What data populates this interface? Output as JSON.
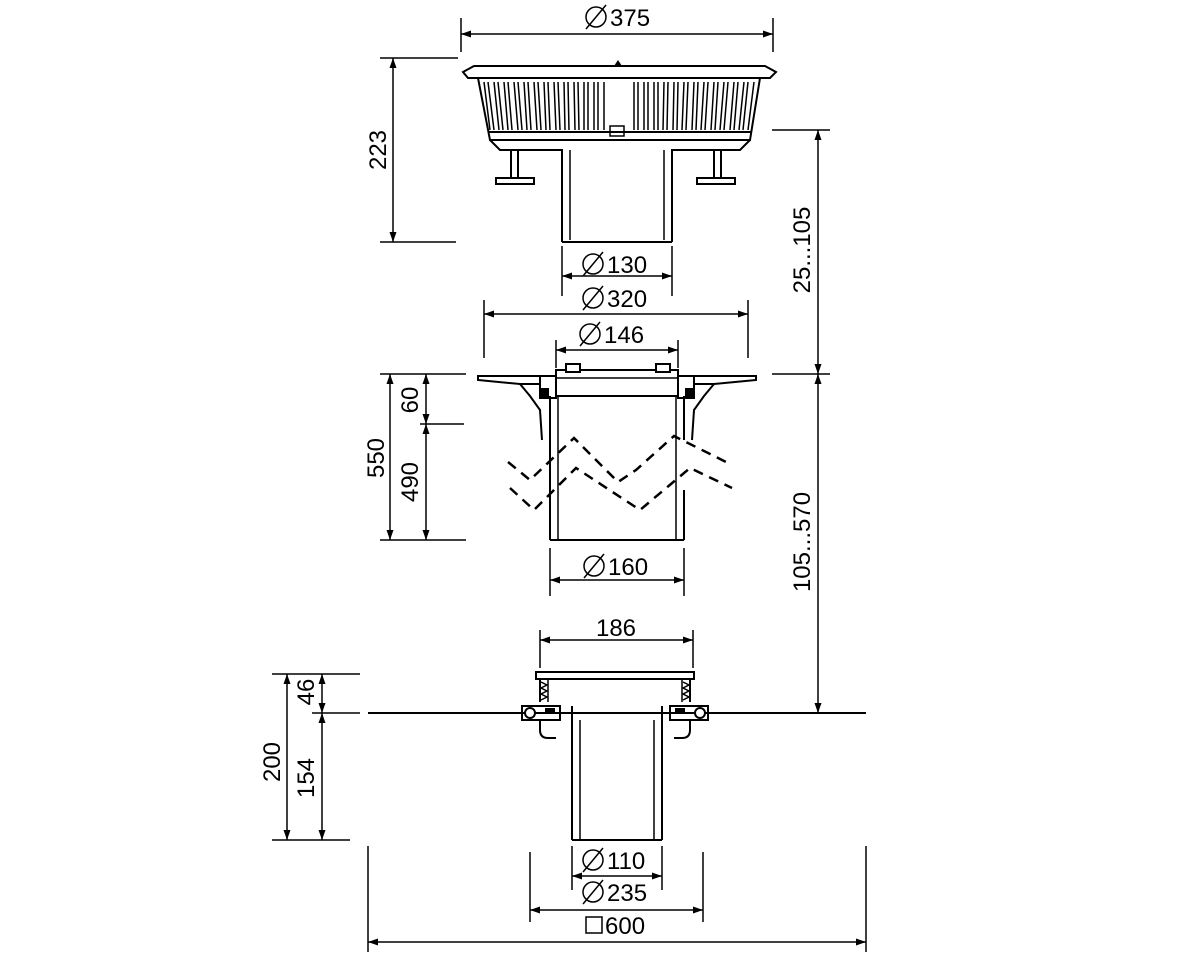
{
  "diagram": {
    "grate": {
      "diameter_label": "375",
      "height_label": "223",
      "outlet_diameter_label": "130"
    },
    "extension": {
      "flange_diameter_label": "320",
      "inner_diameter_label": "146",
      "outer_diameter_label": "160",
      "total_height_label": "550",
      "top_height_label": "60",
      "body_height_label": "490"
    },
    "base": {
      "width_label": "186",
      "total_height_label": "200",
      "top_height_label": "46",
      "lower_height_label": "154",
      "outlet_diameter_label": "110",
      "flange_diameter_label": "235",
      "square_label": "600"
    },
    "adjust_ranges": {
      "upper_label": "25...105",
      "lower_label": "105...570"
    },
    "symbols": {
      "diameter": "diameter-symbol",
      "square": "square-symbol"
    }
  }
}
